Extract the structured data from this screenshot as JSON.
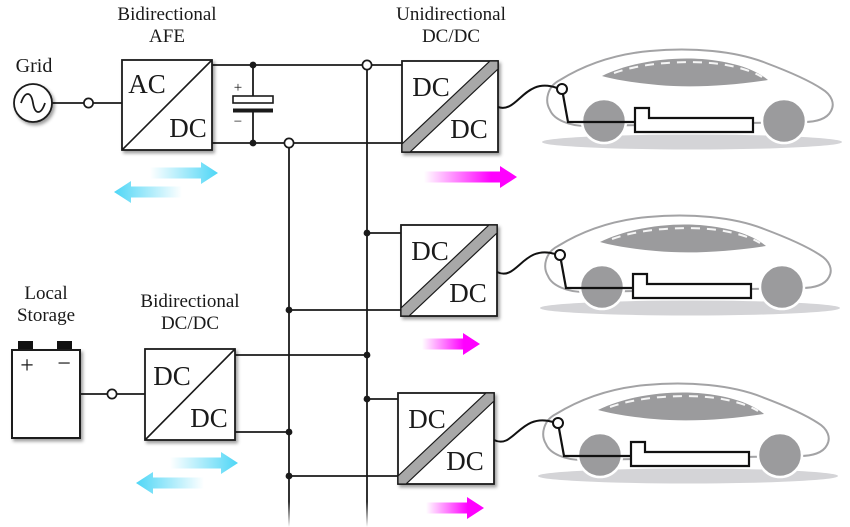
{
  "grid": {
    "label": "Grid",
    "icon": "ac-source-sine-icon"
  },
  "afe": {
    "title": [
      "Bidirectional",
      "AFE"
    ],
    "top_label": "AC",
    "bottom_label": "DC"
  },
  "dc_link_capacitor": {
    "plus": "+",
    "minus": "−",
    "icon": "polarized-capacitor-icon"
  },
  "unidirectional": {
    "title": [
      "Unidirectional",
      "DC/DC"
    ],
    "converters": [
      {
        "top_label": "DC",
        "bottom_label": "DC"
      },
      {
        "top_label": "DC",
        "bottom_label": "DC"
      },
      {
        "top_label": "DC",
        "bottom_label": "DC"
      }
    ]
  },
  "storage": {
    "label": [
      "Local",
      "Storage"
    ],
    "plus": "+",
    "minus": "−",
    "icon": "battery-storage-icon"
  },
  "storage_converter": {
    "title": [
      "Bidirectional",
      "DC/DC"
    ],
    "top_label": "DC",
    "bottom_label": "DC"
  },
  "vehicles": {
    "count": 3,
    "icon": "electric-car-side-icon",
    "battery_icon": "traction-battery-icon",
    "connector_icon": "charge-port-icon"
  },
  "arrows": {
    "bidirectional": {
      "icon": "double-arrow-left-right-icon",
      "count": 2
    },
    "unidirectional": {
      "icon": "arrow-right-icon",
      "count": 3
    }
  },
  "colors": {
    "bidirectional_arrow": "#4ed6f6",
    "unidirectional_arrow": "#ff00ff",
    "car_gray": "#9b9b9d",
    "car_outline": "#a3a3a5",
    "wire": "#1a1a1a"
  }
}
